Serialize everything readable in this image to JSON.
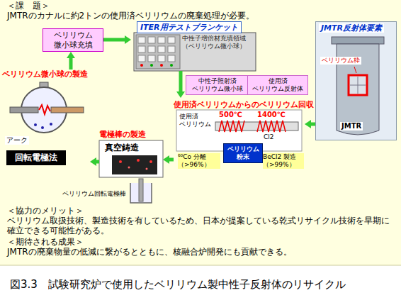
{
  "diagram": {
    "caption": "図3.3　試験研究炉で使用したベリリウム製中性子反射体のリサイクル",
    "nodes": [
      {
        "text": [
          "ITER用テストブランケット",
          "中性子増倍材充填領域 （ベリリウム微小球）"
        ]
      },
      {
        "text": [
          "ベリリウム 微小球充填"
        ]
      },
      {
        "text": [
          "中性子照射済 ベリリウム微小球"
        ]
      },
      {
        "text": [
          "使用済 ベリリウム反射体"
        ]
      },
      {
        "text": [
          "JMTR反射体要素"
        ]
      },
      {
        "text": [
          "使用済ベリリウムからのベリリウム回収"
        ]
      },
      {
        "text": [
          "ベリリウム 粉末"
        ],
        "in": 5
      },
      {
        "text": [
          "電極棒の製造",
          "真空鋳造"
        ]
      },
      {
        "text": [
          "ベリリウム微小球の製造"
        ]
      },
      {
        "text": [
          "回転電極法"
        ],
        "in": 8
      }
    ],
    "edges": [
      {
        "from": 8,
        "to": 1,
        "arrow": "to"
      },
      {
        "from": 1,
        "to": 0,
        "arrow": "to"
      },
      {
        "from": 0,
        "to": 5,
        "arrow": "to"
      },
      {
        "from": 4,
        "to": 5,
        "arrow": "to"
      },
      {
        "from": 5,
        "to": 7,
        "arrow": "to"
      },
      {
        "from": 7,
        "to": 8,
        "arrow": "to"
      }
    ],
    "labels": [
      "＜課　題＞",
      "JMTRのカナルに約2トンの使用済ベリリウムの廃棄処理が必要。",
      "アーク",
      "ベリリウム回転電極棒",
      "使用済 ベリリウム",
      "500℃",
      "1400℃",
      "Cl2",
      "⁶⁰Co 分離 （>96%）",
      "BeCl2 製造 （>99%）",
      "ベリリウム枠",
      "JMTR",
      "＜協力のメリット＞",
      "ベリリウム取扱技術、製造技術を有しているため、日本が提案している乾式リサイクル技術を早期に確立できる可能性がある。",
      "＜期待される成果＞",
      "JMTRの廃棄物量の低減に繋がるとともに、核融合炉開発にも貢献できる。"
    ]
  }
}
